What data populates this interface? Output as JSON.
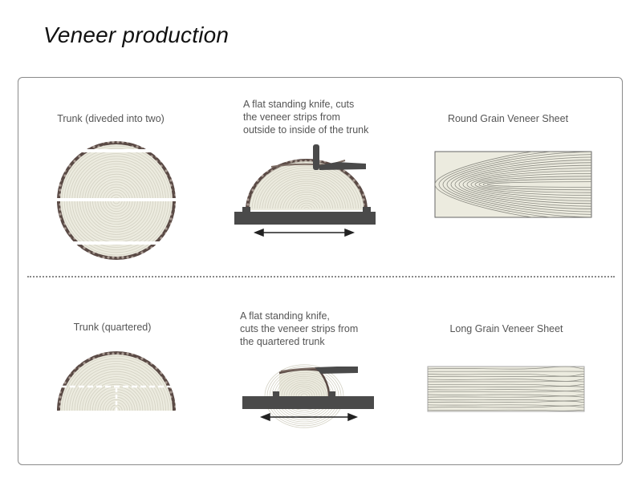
{
  "title": "Veneer production",
  "rows": [
    {
      "trunk_label": "Trunk (diveded into two)",
      "knife_label": [
        "A flat standing knife, cuts",
        "the veneer strips from",
        "outside to inside of the trunk"
      ],
      "sheet_label": "Round Grain Veneer Sheet"
    },
    {
      "trunk_label": "Trunk (quartered)",
      "knife_label": [
        "A flat standing knife,",
        "cuts the veneer strips from",
        "the quartered trunk"
      ],
      "sheet_label": "Long Grain Veneer Sheet"
    }
  ],
  "colors": {
    "wood": "#ecebdf",
    "ring": "#d3d1c3",
    "bark": "#5a4a45",
    "machine": "#4a4a4a",
    "border": "#8a8a8a"
  }
}
